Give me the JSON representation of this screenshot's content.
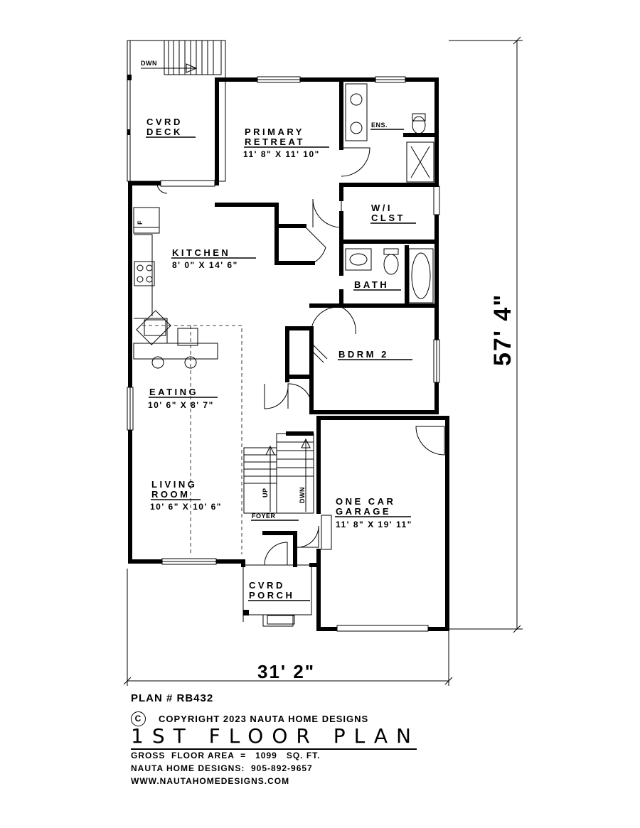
{
  "plan": {
    "stair_dwn_top": "DWN",
    "overall_depth": "57' 4\"",
    "overall_width": "31' 2\"",
    "rooms": {
      "cvrd_deck": [
        "CVRD",
        "DECK"
      ],
      "primary_retreat": {
        "name": [
          "PRIMARY",
          "RETREAT"
        ],
        "size": "11' 8\" X 11' 10\""
      },
      "ensuite": "ENS.",
      "wic": [
        "W/I",
        "CLST"
      ],
      "kitchen": {
        "name": "KITCHEN",
        "size": "8' 0\" X 14' 6\""
      },
      "bath": "BATH",
      "bedroom2": "BDRM 2",
      "eating": {
        "name": "EATING",
        "size": "10' 6\" X 8' 7\""
      },
      "living": {
        "name": [
          "LIVING",
          "ROOM"
        ],
        "size": "10' 6\" X 10' 6\""
      },
      "garage": {
        "name": [
          "ONE CAR",
          "GARAGE"
        ],
        "size": "11' 8\" X 19' 11\""
      },
      "foyer": "FOYER",
      "porch": [
        "CVRD",
        "PORCH"
      ]
    },
    "stair_up": "UP",
    "stair_dwn": "DWN",
    "fridge": "F"
  },
  "footer": {
    "plan_number": "PLAN # RB432",
    "copyright_symbol": "C",
    "copyright": "COPYRIGHT 2023 NAUTA HOME DESIGNS",
    "title": "1ST FLOOR PLAN",
    "gross_area": "GROSS  FLOOR AREA  =   1099   SQ. FT.",
    "contact": "NAUTA HOME DESIGNS:  905-892-9657",
    "website": "WWW.NAUTAHOMEDESIGNS.COM"
  }
}
